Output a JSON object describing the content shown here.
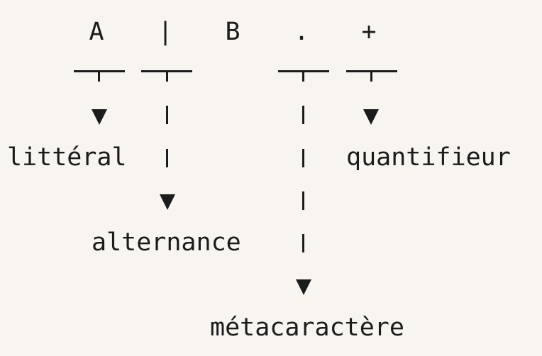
{
  "pattern": {
    "tokens": [
      "A",
      "|",
      "B",
      ".",
      "+"
    ]
  },
  "annotations": {
    "literal": "littéral",
    "alternation": "alternance",
    "metacharacter": "métacaractère",
    "quantifier": "quantifieur"
  }
}
